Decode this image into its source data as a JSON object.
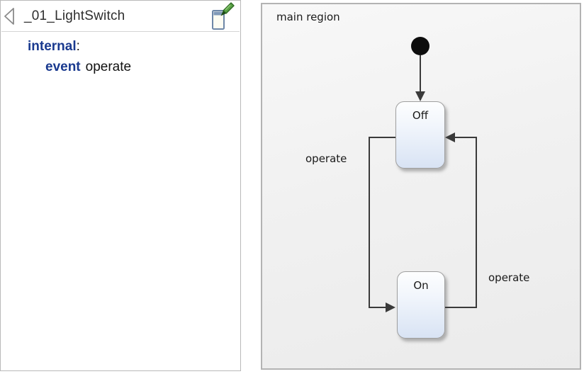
{
  "editor": {
    "title": "_01_LightSwitch",
    "icons": {
      "collapse": "collapse-left-triangle-icon",
      "edit": "document-with-green-pen-icon"
    },
    "definition": {
      "internal_keyword": "internal",
      "colon": ":",
      "event_keyword": "event",
      "event_name": "operate"
    }
  },
  "diagram": {
    "region_label": "main region",
    "initial": {
      "type": "initial-pseudostate"
    },
    "states": [
      {
        "label": "Off"
      },
      {
        "label": "On"
      }
    ],
    "transitions": [
      {
        "from": "Off",
        "to": "On",
        "label": "operate"
      },
      {
        "from": "On",
        "to": "Off",
        "label": "operate"
      }
    ],
    "colors": {
      "keyword_blue": "#1a3a8f",
      "state_fill_top": "#fdfeff",
      "state_fill_bottom": "#d8e3f4",
      "state_border": "#9f9f9f",
      "transition_line": "#3a3a3a",
      "canvas_bg": "#f0f0f0",
      "panel_border": "#b3b3b3"
    }
  }
}
